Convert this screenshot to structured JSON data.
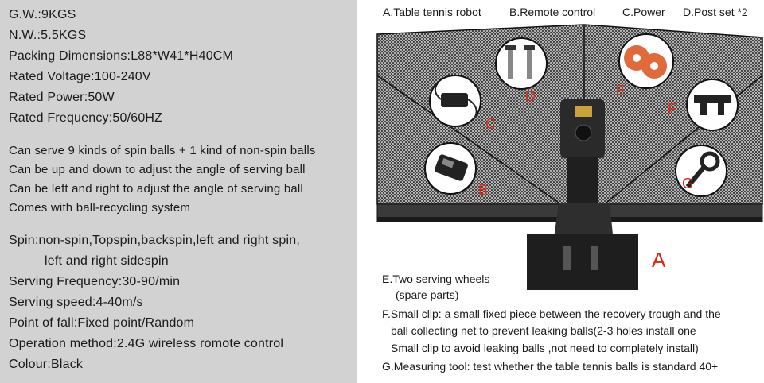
{
  "specs": {
    "gw": "G.W.:9KGS",
    "nw": "N.W.:5.5KGS",
    "packing": "Packing Dimensions:L88*W41*H40CM",
    "voltage": "Rated Voltage:100-240V",
    "power": "Rated Power:50W",
    "frequency": "Rated Frequency:50/60HZ"
  },
  "features": [
    "Can serve 9 kinds of spin balls + 1 kind of non-spin balls",
    "Can be up and down to adjust the angle of serving ball",
    "Can be left and right to adjust the angle of serving ball",
    "Comes with ball-recycling system"
  ],
  "details": {
    "spin_1": "Spin:non-spin,Topspin,backspin,left and right spin,",
    "spin_2": "left and right sidespin",
    "serving_frequency": "Serving Frequency:30-90/min",
    "serving_speed": "Serving speed:4-40m/s",
    "point_of_fall": "Point of fall:Fixed point/Random",
    "operation": "Operation method:2.4G wireless romote control",
    "colour": "Colour:Black"
  },
  "header": {
    "a": "A.Table tennis robot",
    "b": "B.Remote control",
    "c": "C.Power",
    "d": "D.Post set *2"
  },
  "figure_labels": {
    "a": "A",
    "b": "B",
    "c": "C",
    "d": "D",
    "e": "E",
    "f": "F",
    "g": "G"
  },
  "notes": {
    "e1": "E.Two serving wheels",
    "e2": "(spare parts)",
    "f1": "F.Small clip: a small fixed piece between the recovery trough and the",
    "f2": "ball collecting net to prevent leaking balls(2-3 holes install one",
    "f3": "Small clip to  avoid leaking balls ,not need to completely install)",
    "g": "G.Measuring tool: test whether the table tennis balls is standard 40+"
  },
  "colors": {
    "label_red": "#d92a16",
    "left_panel": "#d2d2d2",
    "net": "#2a2a2a"
  }
}
